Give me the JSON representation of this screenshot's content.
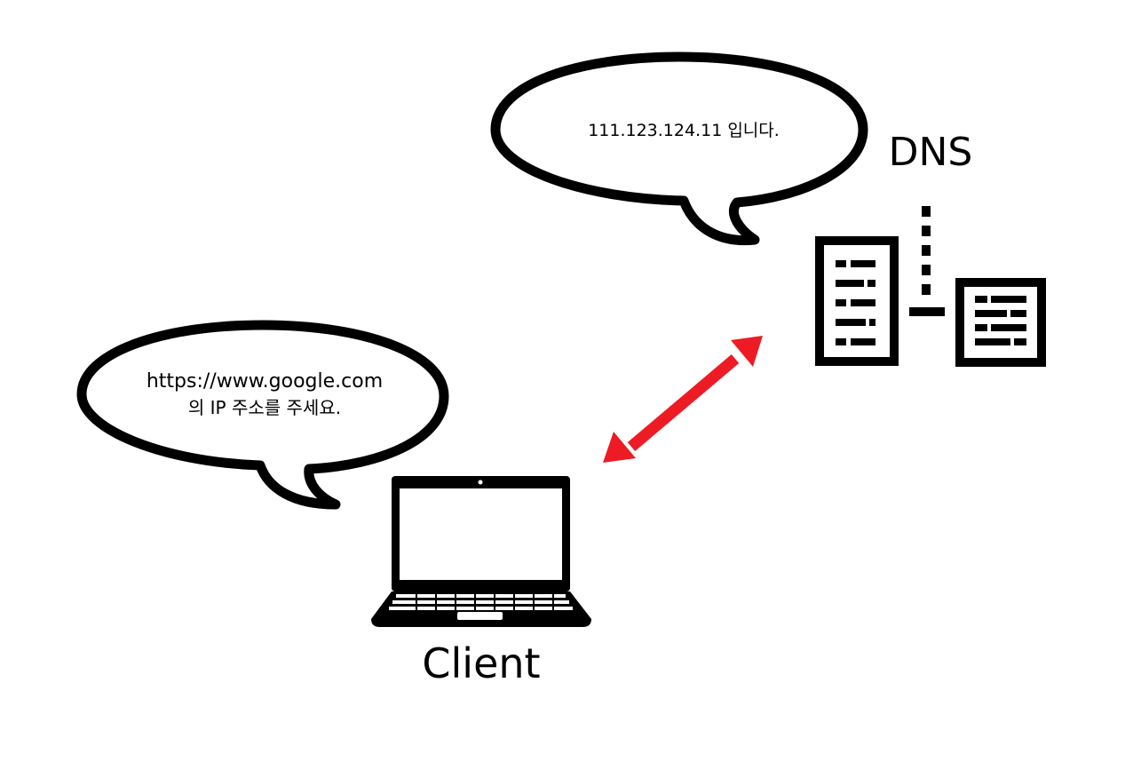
{
  "client_bubble": {
    "line1": "https://www.google.com",
    "line2": "의 IP 주소를 주세요."
  },
  "dns_bubble": {
    "text": "111.123.124.11 입니다."
  },
  "labels": {
    "dns": "DNS",
    "client": "Client"
  },
  "colors": {
    "arrow": "#ed1c24",
    "ink": "#000000",
    "background": "#ffffff"
  },
  "icons": {
    "client": "laptop-icon",
    "dns": "server-icon"
  }
}
